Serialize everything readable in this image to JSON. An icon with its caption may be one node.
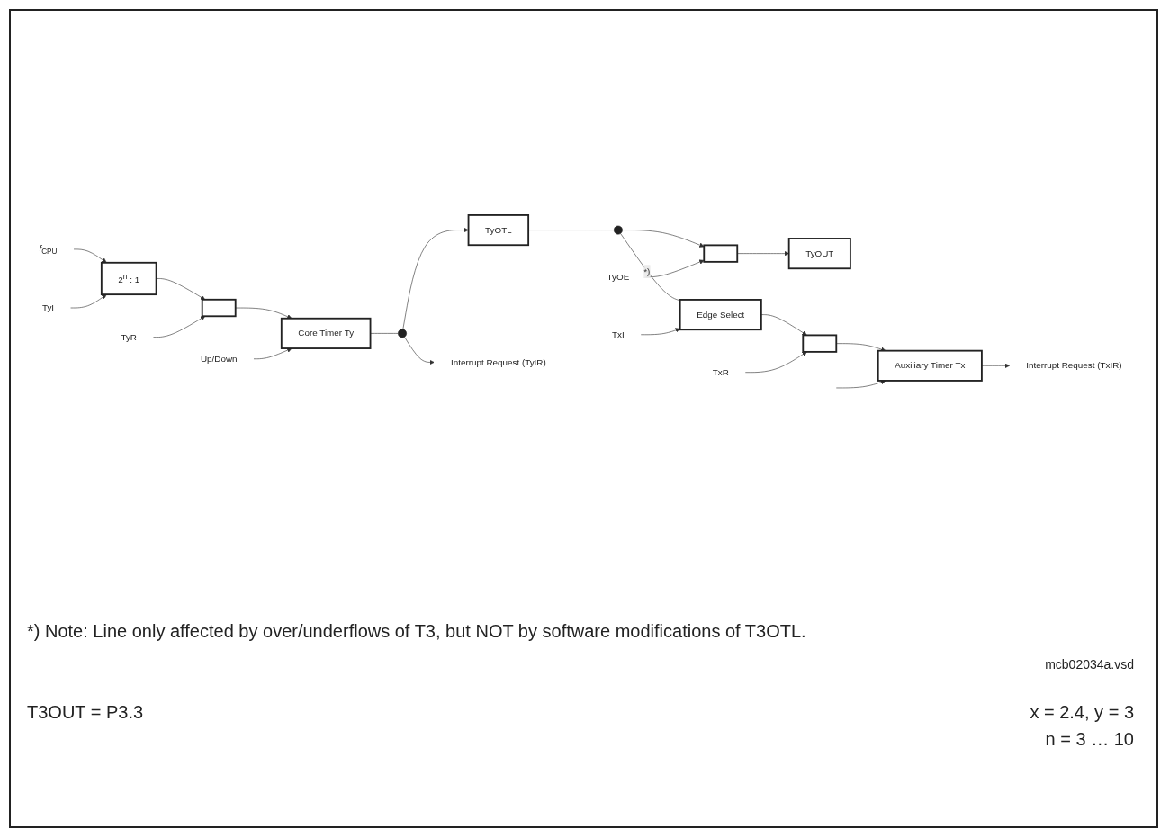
{
  "diagram": {
    "nodes": [
      {
        "text": [
          "*f*$_{CPU}$"
        ]
      },
      {
        "text": [
          "TyI"
        ]
      },
      {
        "text": [
          "2$^{n}$ : 1"
        ]
      },
      {
        "text": [],
        "shape": "box"
      },
      {
        "text": [
          "TyR"
        ]
      },
      {
        "text": [
          "Core Timer Ty"
        ]
      },
      {
        "text": [
          "Up/Down"
        ]
      },
      {
        "text": [],
        "shape": "circle"
      },
      {
        "text": [
          "TyOTL"
        ]
      },
      {
        "text": [],
        "shape": "circle"
      },
      {
        "text": [],
        "shape": "box"
      },
      {
        "text": [
          "TyOE"
        ]
      },
      {
        "text": [
          "TyOUT"
        ]
      },
      {
        "text": [
          "Interrupt Request (TyIR)"
        ]
      },
      {
        "text": [
          "Edge Select"
        ]
      },
      {
        "text": [
          "TxI"
        ]
      },
      {
        "text": [],
        "shape": "box"
      },
      {
        "text": [
          "TxR"
        ]
      },
      {
        "text": [
          "Auxiliary Timer Tx"
        ]
      },
      {
        "text": [
          "Interrupt Request (TxIR)"
        ]
      }
    ],
    "edges": [
      {
        "from": 0,
        "to": 2,
        "arrow": "to"
      },
      {
        "from": 1,
        "to": 2,
        "arrow": "to"
      },
      {
        "from": 2,
        "to": 3,
        "arrow": "to"
      },
      {
        "from": 4,
        "to": 3,
        "arrow": "to"
      },
      {
        "from": 3,
        "to": 5,
        "arrow": "to"
      },
      {
        "from": 6,
        "to": 5,
        "arrow": "to"
      },
      {
        "from": 5,
        "to": 7,
        "arrow": "none"
      },
      {
        "from": 7,
        "to": 8,
        "arrow": "to"
      },
      {
        "from": 8,
        "to": 9,
        "arrow": "none"
      },
      {
        "from": 9,
        "to": 10,
        "arrow": "to"
      },
      {
        "from": 11,
        "to": 10,
        "arrow": "to"
      },
      {
        "from": 10,
        "to": 12,
        "arrow": "to"
      },
      {
        "from": 7,
        "to": 13,
        "arrow": "to"
      },
      {
        "from": 9,
        "to": 14,
        "arrow": "none",
        "label": "*)"
      },
      {
        "from": 15,
        "to": 14,
        "arrow": "to"
      },
      {
        "from": 14,
        "to": 16,
        "arrow": "to"
      },
      {
        "from": 17,
        "to": 16,
        "arrow": "to"
      },
      {
        "from": 16,
        "to": 18,
        "arrow": "to"
      },
      {
        "from": null,
        "to": 18,
        "arrow": "to"
      },
      {
        "from": 18,
        "to": 19,
        "arrow": "to"
      }
    ],
    "labels": [
      "*) Note: Line only affected by over/underflows of T3, but NOT by software modifications of T3OTL.",
      "mcb02034a.vsd",
      "T3OUT = P3.3",
      "x = 2.4, y = 3",
      "n = 3 … 10"
    ]
  }
}
